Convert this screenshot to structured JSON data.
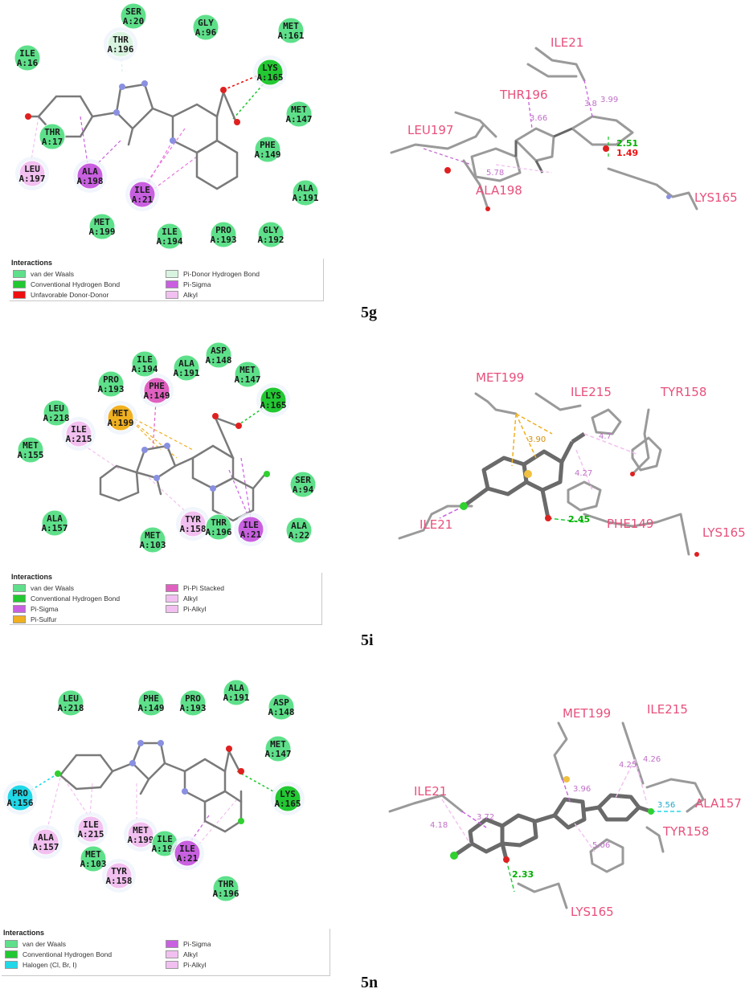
{
  "panels": [
    {
      "id": "5g",
      "label": "5g",
      "residues_2d": [
        {
          "name": "SER",
          "pos": "A:20",
          "type": "vdw"
        },
        {
          "name": "GLY",
          "pos": "A:96",
          "type": "vdw"
        },
        {
          "name": "MET",
          "pos": "A:161",
          "type": "vdw"
        },
        {
          "name": "THR",
          "pos": "A:196",
          "type": "pidonor"
        },
        {
          "name": "ILE",
          "pos": "A:16",
          "type": "vdw"
        },
        {
          "name": "LYS",
          "pos": "A:165",
          "type": "hbond"
        },
        {
          "name": "MET",
          "pos": "A:147",
          "type": "vdw"
        },
        {
          "name": "THR",
          "pos": "A:17",
          "type": "vdw"
        },
        {
          "name": "LEU",
          "pos": "A:197",
          "type": "alkyl"
        },
        {
          "name": "ALA",
          "pos": "A:198",
          "type": "pisigma"
        },
        {
          "name": "PHE",
          "pos": "A:149",
          "type": "vdw"
        },
        {
          "name": "ALA",
          "pos": "A:191",
          "type": "vdw"
        },
        {
          "name": "ILE",
          "pos": "A:21",
          "type": "pisigma"
        },
        {
          "name": "MET",
          "pos": "A:199",
          "type": "vdw"
        },
        {
          "name": "ILE",
          "pos": "A:194",
          "type": "vdw"
        },
        {
          "name": "PRO",
          "pos": "A:193",
          "type": "vdw"
        },
        {
          "name": "GLY",
          "pos": "A:192",
          "type": "vdw"
        }
      ],
      "legend_title": "Interactions",
      "legend": [
        {
          "text": "van der Waals",
          "color": "#5ee08a"
        },
        {
          "text": "Conventional Hydrogen Bond",
          "color": "#22c832"
        },
        {
          "text": "Unfavorable Donor-Donor",
          "color": "#ee1010"
        },
        {
          "text": "Pi-Donor Hydrogen Bond",
          "color": "#d8f4e0"
        },
        {
          "text": "Pi-Sigma",
          "color": "#c860e0"
        },
        {
          "text": "Alkyl",
          "color": "#f2c0f0"
        }
      ],
      "labels_3d": [
        "ILE21",
        "THR196",
        "LEU197",
        "ALA198",
        "LYS165"
      ],
      "distances_3d": [
        "3.66",
        "3.8",
        "3.99",
        "5.78",
        "2.51",
        "1.49"
      ]
    },
    {
      "id": "5i",
      "label": "5i",
      "residues_2d": [
        {
          "name": "ILE",
          "pos": "A:194",
          "type": "vdw"
        },
        {
          "name": "ALA",
          "pos": "A:191",
          "type": "vdw"
        },
        {
          "name": "ASP",
          "pos": "A:148",
          "type": "vdw"
        },
        {
          "name": "PRO",
          "pos": "A:193",
          "type": "vdw"
        },
        {
          "name": "PHE",
          "pos": "A:149",
          "type": "pipi"
        },
        {
          "name": "MET",
          "pos": "A:147",
          "type": "vdw"
        },
        {
          "name": "LYS",
          "pos": "A:165",
          "type": "hbond"
        },
        {
          "name": "LEU",
          "pos": "A:218",
          "type": "vdw"
        },
        {
          "name": "MET",
          "pos": "A:199",
          "type": "pisulfur"
        },
        {
          "name": "ILE",
          "pos": "A:215",
          "type": "alkyl"
        },
        {
          "name": "MET",
          "pos": "A:155",
          "type": "vdw"
        },
        {
          "name": "SER",
          "pos": "A:94",
          "type": "vdw"
        },
        {
          "name": "ALA",
          "pos": "A:157",
          "type": "vdw"
        },
        {
          "name": "TYR",
          "pos": "A:158",
          "type": "alkyl"
        },
        {
          "name": "THR",
          "pos": "A:196",
          "type": "vdw"
        },
        {
          "name": "ILE",
          "pos": "A:21",
          "type": "pisigma"
        },
        {
          "name": "ALA",
          "pos": "A:22",
          "type": "vdw"
        },
        {
          "name": "MET",
          "pos": "A:103",
          "type": "vdw"
        }
      ],
      "legend_title": "Interactions",
      "legend": [
        {
          "text": "van der Waals",
          "color": "#5ee08a"
        },
        {
          "text": "Conventional Hydrogen Bond",
          "color": "#22c832"
        },
        {
          "text": "Pi-Sigma",
          "color": "#c860e0"
        },
        {
          "text": "Pi-Sulfur",
          "color": "#f0b020"
        },
        {
          "text": "Pi-Pi Stacked",
          "color": "#e060c0"
        },
        {
          "text": "Alkyl",
          "color": "#f2c0f0"
        },
        {
          "text": "Pi-Alkyl",
          "color": "#f2c0f0"
        }
      ],
      "labels_3d": [
        "MET199",
        "ILE215",
        "TYR158",
        "ILE21",
        "PHE149",
        "LYS165"
      ],
      "distances_3d": [
        "3.90",
        "4.27",
        "2.45",
        "4.7"
      ]
    },
    {
      "id": "5n",
      "label": "5n",
      "residues_2d": [
        {
          "name": "LEU",
          "pos": "A:218",
          "type": "vdw"
        },
        {
          "name": "PHE",
          "pos": "A:149",
          "type": "vdw"
        },
        {
          "name": "PRO",
          "pos": "A:193",
          "type": "vdw"
        },
        {
          "name": "ALA",
          "pos": "A:191",
          "type": "vdw"
        },
        {
          "name": "ASP",
          "pos": "A:148",
          "type": "vdw"
        },
        {
          "name": "MET",
          "pos": "A:147",
          "type": "vdw"
        },
        {
          "name": "PRO",
          "pos": "A:156",
          "type": "halogen"
        },
        {
          "name": "LYS",
          "pos": "A:165",
          "type": "hbond"
        },
        {
          "name": "ILE",
          "pos": "A:215",
          "type": "alkyl"
        },
        {
          "name": "MET",
          "pos": "A:199",
          "type": "alkyl"
        },
        {
          "name": "ILE",
          "pos": "A:194",
          "type": "vdw"
        },
        {
          "name": "ALA",
          "pos": "A:157",
          "type": "alkyl"
        },
        {
          "name": "MET",
          "pos": "A:103",
          "type": "vdw"
        },
        {
          "name": "TYR",
          "pos": "A:158",
          "type": "alkyl"
        },
        {
          "name": "ILE",
          "pos": "A:21",
          "type": "pisigma"
        },
        {
          "name": "THR",
          "pos": "A:196",
          "type": "vdw"
        }
      ],
      "legend_title": "Interactions",
      "legend": [
        {
          "text": "van der Waals",
          "color": "#5ee08a"
        },
        {
          "text": "Conventional Hydrogen Bond",
          "color": "#22c832"
        },
        {
          "text": "Halogen (Cl, Br, I)",
          "color": "#20d8e8"
        },
        {
          "text": "Pi-Sigma",
          "color": "#c860e0"
        },
        {
          "text": "Alkyl",
          "color": "#f2c0f0"
        },
        {
          "text": "Pi-Alkyl",
          "color": "#f2c0f0"
        }
      ],
      "labels_3d": [
        "MET199",
        "ILE215",
        "ILE21",
        "ALA157",
        "TYR158",
        "LYS165"
      ],
      "distances_3d": [
        "3.72",
        "4.18",
        "4.26",
        "4.25",
        "3.96",
        "5.06",
        "3.56",
        "2.33"
      ]
    }
  ],
  "colors": {
    "vdw": "#5ee08a",
    "hbond": "#22c832",
    "unfav": "#ee1010",
    "pidonor": "#d8f4e0",
    "pisigma": "#c860e0",
    "alkyl": "#f2c0f0",
    "pisulfur": "#f0b020",
    "pipi": "#e060c0",
    "halogen": "#20d8e8",
    "residue_label": "#e8507c",
    "carbon": "#7a7a7a",
    "nitrogen": "#8a90e0",
    "oxygen": "#e02020",
    "chlorine": "#30d030"
  }
}
